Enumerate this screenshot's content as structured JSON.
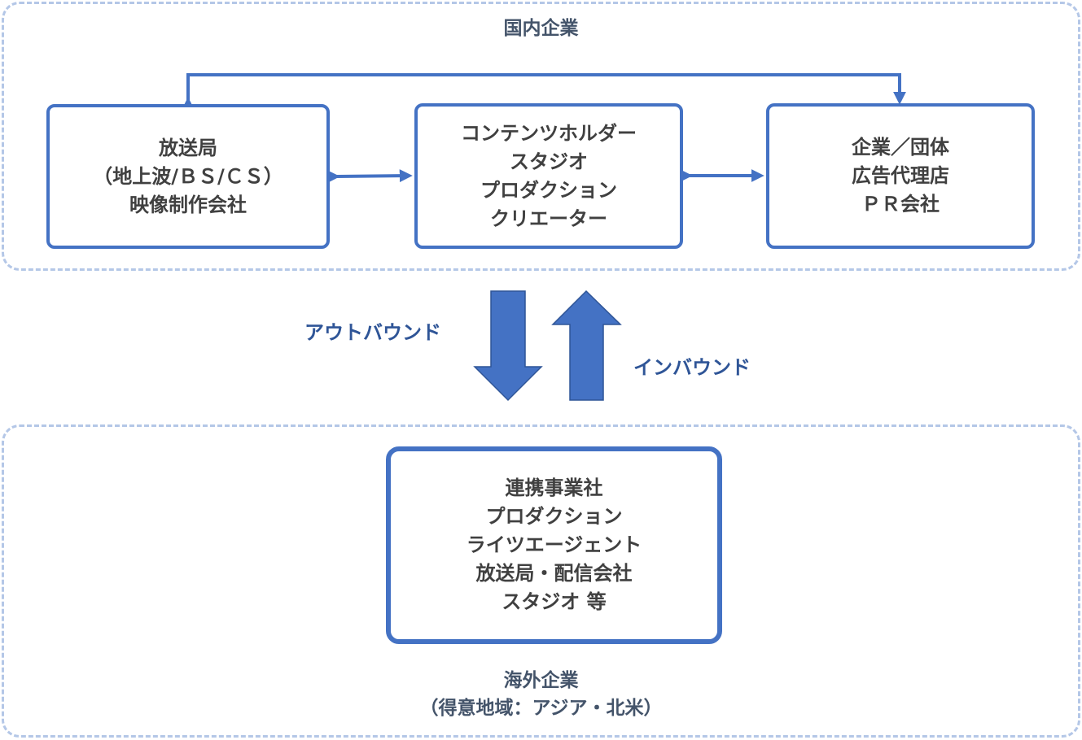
{
  "domestic": {
    "title": "国内企業",
    "boxes": [
      {
        "lines": [
          "放送局",
          "（地上波/ＢＳ/ＣＳ）",
          "映像制作会社"
        ]
      },
      {
        "lines": [
          "コンテンツホルダー",
          "スタジオ",
          "プロダクション",
          "クリエーター"
        ]
      },
      {
        "lines": [
          "企業／団体",
          "広告代理店",
          "ＰＲ会社"
        ]
      }
    ]
  },
  "flows": {
    "outbound": "アウトバウンド",
    "inbound": "インバウンド"
  },
  "overseas": {
    "box_lines": [
      "連携事業社",
      "プロダクション",
      "ライツエージェント",
      "放送局・配信会社",
      "スタジオ 等"
    ],
    "title": "海外企業\n（得意地域：アジア・北米）"
  },
  "colors": {
    "accent": "#4472c4",
    "dashed_border": "#b4c7e7",
    "label": "#2f5597",
    "text": "#404040"
  }
}
